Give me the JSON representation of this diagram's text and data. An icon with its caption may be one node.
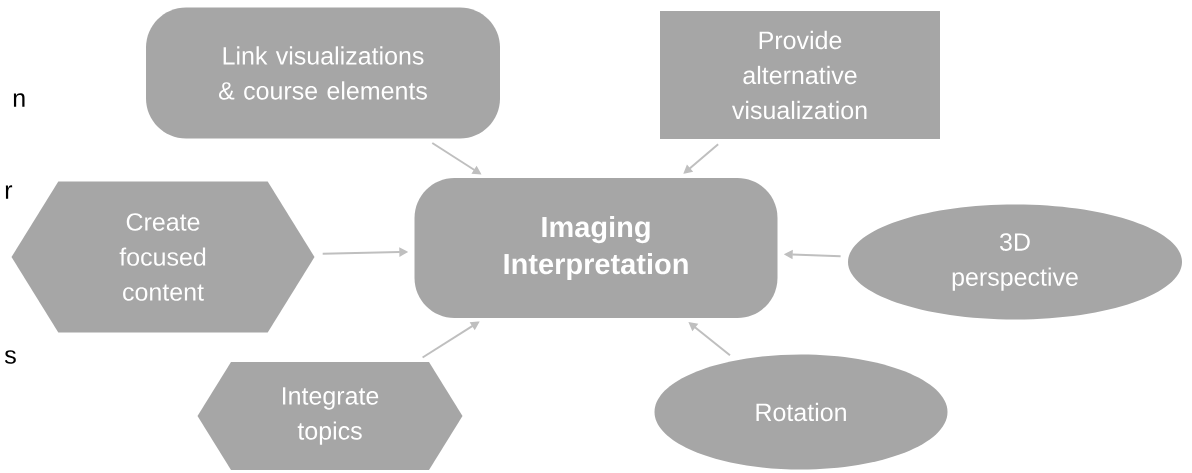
{
  "diagram": {
    "nodes": [
      {
        "text": [
          "Imaging Interpretation"
        ]
      },
      {
        "text": [
          "Link visualizations & course elements"
        ]
      },
      {
        "text": [
          "Provide alternative visualization"
        ]
      },
      {
        "text": [
          "Create focused content"
        ]
      },
      {
        "text": [
          "3D perspective"
        ]
      },
      {
        "text": [
          "Integrate topics"
        ]
      },
      {
        "text": [
          "Rotation"
        ]
      }
    ],
    "edges": [
      {
        "from": 1,
        "to": 0,
        "arrow": "to"
      },
      {
        "from": 2,
        "to": 0,
        "arrow": "to"
      },
      {
        "from": 3,
        "to": 0,
        "arrow": "to"
      },
      {
        "from": 4,
        "to": 0,
        "arrow": "to"
      },
      {
        "from": 5,
        "to": 0,
        "arrow": "to"
      },
      {
        "from": 6,
        "to": 0,
        "arrow": "to"
      }
    ],
    "labels": [
      "n",
      "r",
      "s"
    ]
  }
}
